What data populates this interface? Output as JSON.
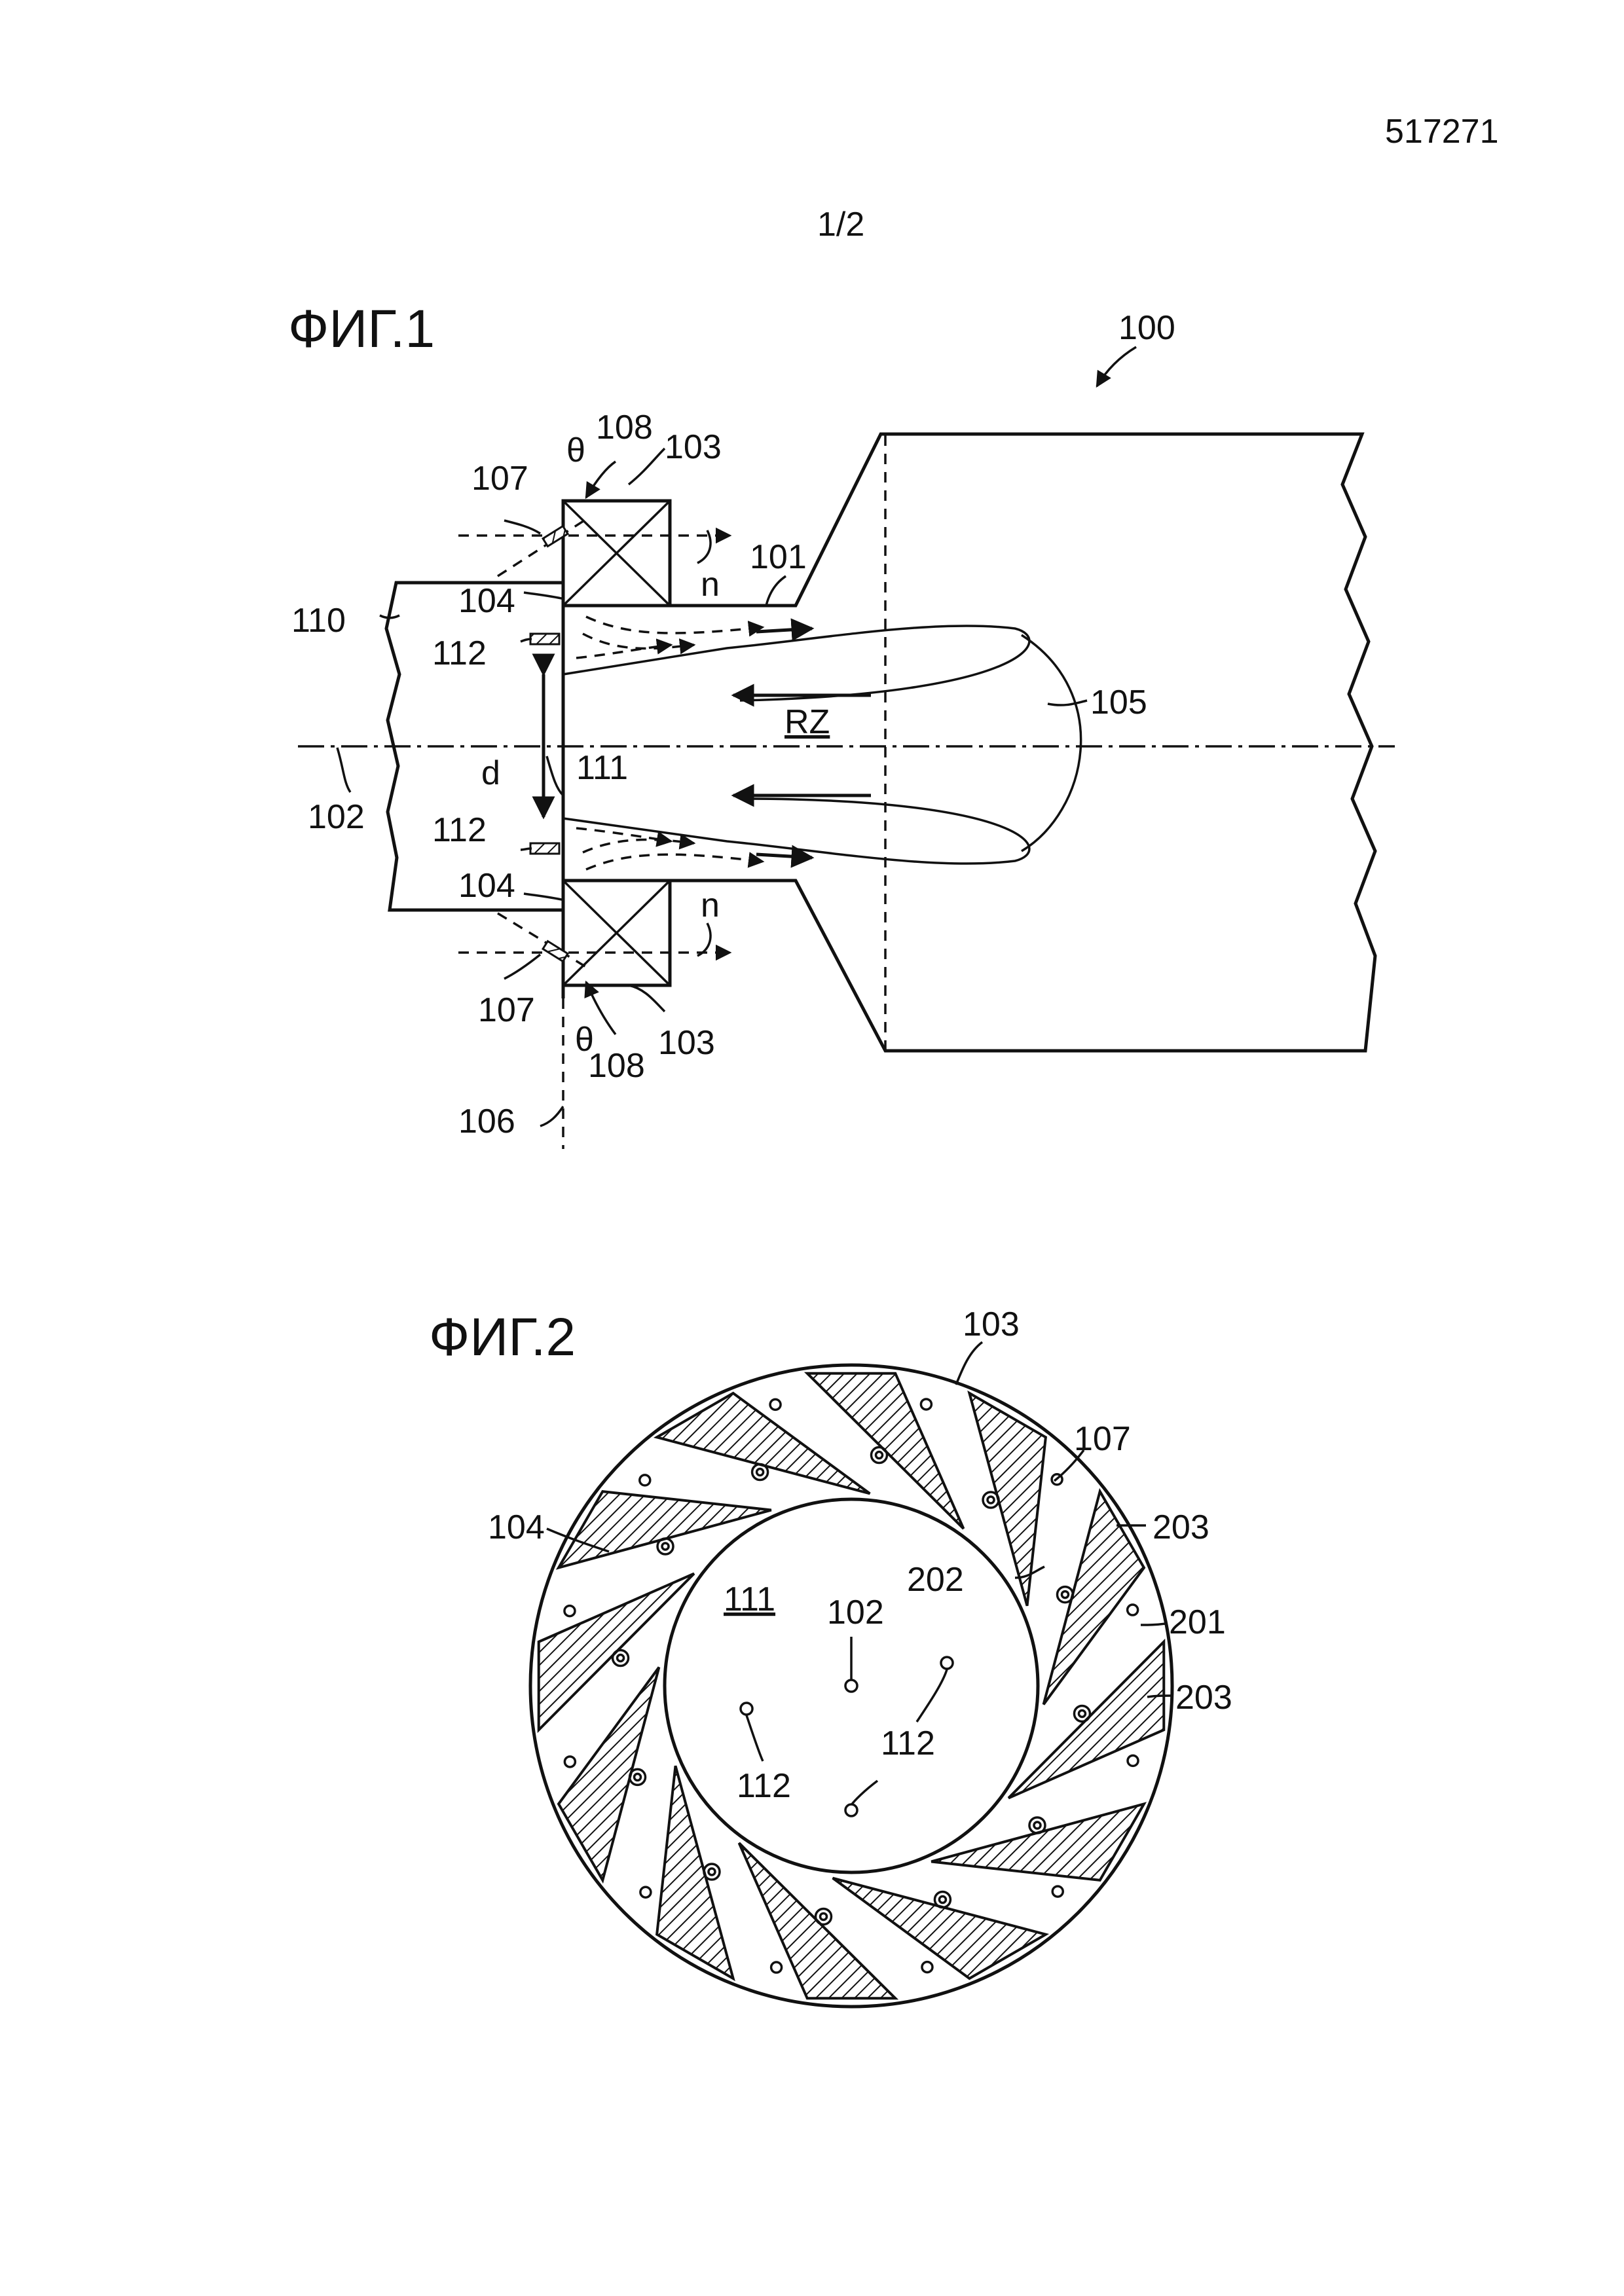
{
  "header": {
    "doc_number": "517271",
    "page": "1/2"
  },
  "fig1": {
    "title": "ФИГ.1",
    "labels": {
      "l100": "100",
      "l101": "101",
      "l102": "102",
      "l103a": "103",
      "l103b": "103",
      "l104a": "104",
      "l104b": "104",
      "l105": "105",
      "l106": "106",
      "l107a": "107",
      "l107b": "107",
      "l108a": "108",
      "l108b": "108",
      "l110": "110",
      "l111": "111",
      "l112a": "112",
      "l112b": "112",
      "theta_a": "θ",
      "theta_b": "θ",
      "n_a": "n",
      "n_b": "n",
      "d": "d",
      "rz": "RZ"
    }
  },
  "fig2": {
    "title": "ФИГ.2",
    "labels": {
      "l103": "103",
      "l107": "107",
      "l104": "104",
      "l203a": "203",
      "l203b": "203",
      "l202": "202",
      "l201": "201",
      "l111": "111",
      "l102": "102",
      "l112a": "112",
      "l112b": "112"
    }
  }
}
